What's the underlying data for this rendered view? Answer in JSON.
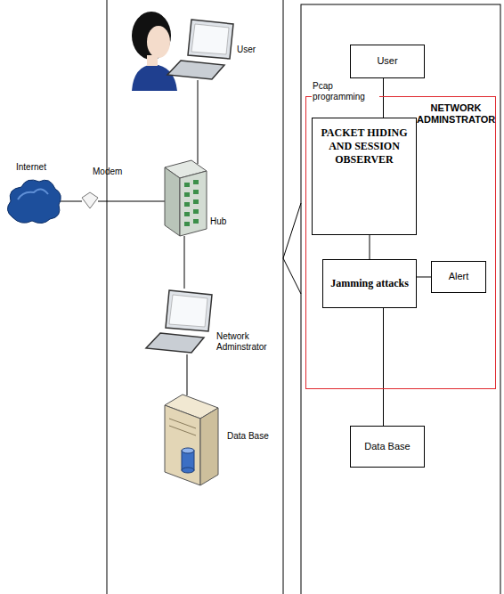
{
  "diagram": {
    "nodes": [
      {
        "text": [
          "User"
        ]
      },
      {
        "text": [
          "NETWORK ADMINSTRATOR"
        ]
      },
      {
        "text": [
          "PACKET HIDING AND SESSION OBSERVER"
        ],
        "in": 1
      },
      {
        "text": [
          "Jamming attacks"
        ],
        "in": 1
      },
      {
        "text": [
          "Alert"
        ],
        "in": 1
      },
      {
        "text": [
          "Data Base"
        ]
      }
    ],
    "edges": [
      {
        "from": 0,
        "to": 2,
        "arrow": "none",
        "label": "Pcap programming"
      },
      {
        "from": 2,
        "to": 3,
        "arrow": "none"
      },
      {
        "from": 3,
        "to": 4,
        "arrow": "none"
      },
      {
        "from": 3,
        "to": 5,
        "arrow": "none"
      }
    ],
    "labels": [
      "Internet",
      "Modem",
      "User",
      "Hub",
      "Network Adminstrator",
      "Data Base"
    ]
  }
}
